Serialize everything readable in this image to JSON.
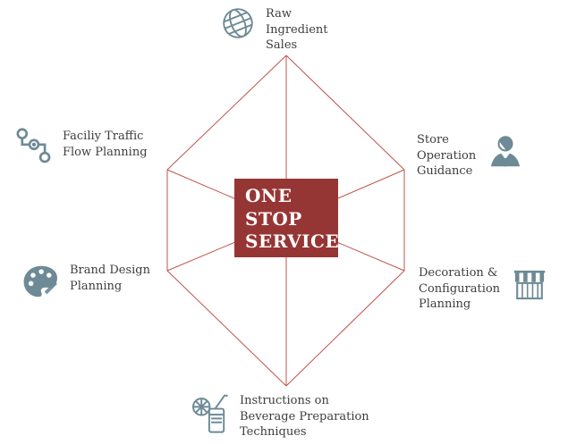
{
  "center": {
    "title": "ONE\nSTOP\nSERVICE"
  },
  "nodes": [
    {
      "name": "raw-ingredient-sales",
      "label": "Raw\nIngredient\nSales",
      "icon": "globe-icon"
    },
    {
      "name": "store-operation-guidance",
      "label": "Store\nOperation\nGuidance",
      "icon": "person-icon"
    },
    {
      "name": "decoration-configuration-planning",
      "label": "Decoration &\nConfiguration\nPlanning",
      "icon": "storefront-icon"
    },
    {
      "name": "beverage-preparation-instructions",
      "label": "Instructions on\nBeverage Preparation\nTechniques",
      "icon": "beverage-icon"
    },
    {
      "name": "brand-design-planning",
      "label": "Brand Design\nPlanning",
      "icon": "palette-icon"
    },
    {
      "name": "facility-traffic-flow-planning",
      "label": "Faciliy Traffic\nFlow Planning",
      "icon": "flow-icon"
    }
  ],
  "colors": {
    "line": "#c0544c",
    "icon": "#6d8a96",
    "label_text": "#3d3d3d",
    "center_bg": "#963634",
    "center_text": "#ffffff"
  }
}
